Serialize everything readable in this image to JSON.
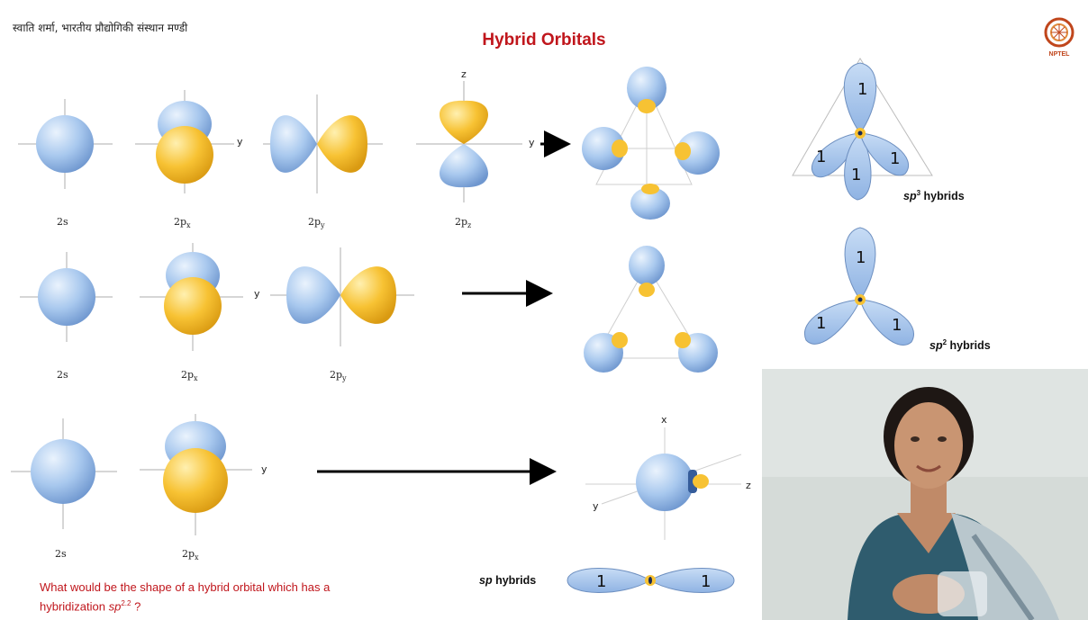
{
  "header": {
    "author_hindi": "स्वाति शर्मा, भारतीय प्रौद्योगिकी संस्थान मण्डी",
    "title": "Hybrid Orbitals",
    "logo_text": "NPTEL"
  },
  "rows": [
    {
      "orbitals": [
        {
          "base": "2s",
          "sub": ""
        },
        {
          "base": "2p",
          "sub": "x"
        },
        {
          "base": "2p",
          "sub": "y"
        },
        {
          "base": "2p",
          "sub": "z"
        }
      ],
      "axis_labels": [
        "y",
        "y",
        "z"
      ],
      "hybrid": {
        "prefix": "sp",
        "sup": "3",
        "suffix": " hybrids"
      }
    },
    {
      "orbitals": [
        {
          "base": "2s",
          "sub": ""
        },
        {
          "base": "2p",
          "sub": "x"
        },
        {
          "base": "2p",
          "sub": "y"
        }
      ],
      "axis_labels": [
        "y"
      ],
      "hybrid": {
        "prefix": "sp",
        "sup": "2",
        "suffix": " hybrids"
      }
    },
    {
      "orbitals": [
        {
          "base": "2s",
          "sub": ""
        },
        {
          "base": "2p",
          "sub": "x"
        }
      ],
      "axis_labels": [
        "y",
        "x",
        "y",
        "z"
      ],
      "hybrid": {
        "prefix": "sp",
        "sup": "",
        "suffix": " hybrids"
      }
    }
  ],
  "lobe_numeral": "1",
  "question": {
    "line1": "What would be the shape of a hybrid orbital which has a",
    "line2_prefix": "hybridization ",
    "line2_italic": "sp",
    "line2_sup": "2.2",
    "line2_suffix": " ?"
  },
  "colors": {
    "title_red": "#c0161c",
    "orbital_blue": "#a8c8ee",
    "orbital_yellow": "#f7c233",
    "axis_gray": "#c8c8c8"
  }
}
